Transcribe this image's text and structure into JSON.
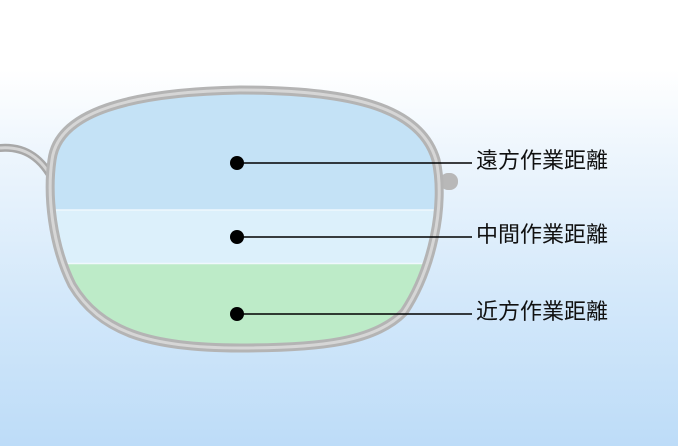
{
  "diagram": {
    "zones": [
      {
        "label": "遠方作業距離",
        "color": "#c4e2f6"
      },
      {
        "label": "中間作業距離",
        "color": "#dcf0fb"
      },
      {
        "label": "近方作業距離",
        "color": "#bdebc8"
      }
    ],
    "frame_color": "#b4b4b4"
  }
}
